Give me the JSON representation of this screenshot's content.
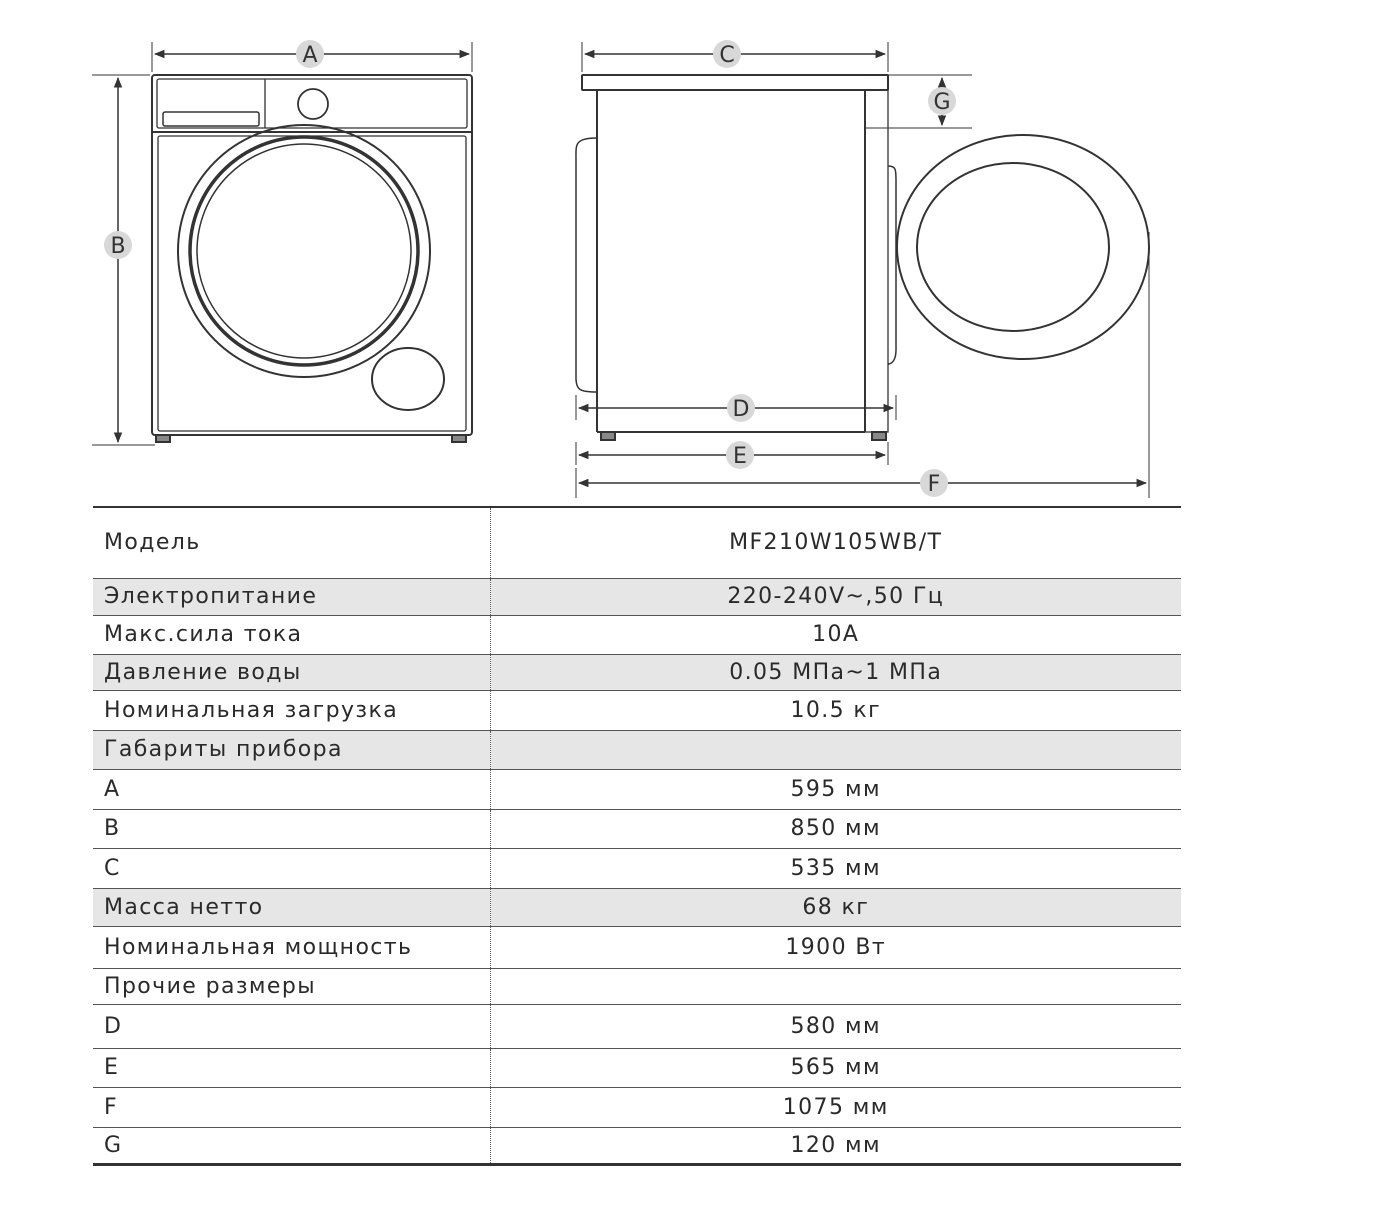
{
  "diagram": {
    "labels": {
      "a": "A",
      "b": "B",
      "c": "C",
      "d": "D",
      "e": "E",
      "f": "F",
      "g": "G"
    }
  },
  "specs": {
    "rows": [
      {
        "label": "Модель",
        "value": "MF210W105WB/T",
        "shaded": false
      },
      {
        "label": "Электропитание",
        "value": "220-240V~,50 Гц",
        "shaded": true
      },
      {
        "label": "Макс.сила тока",
        "value": "10A",
        "shaded": false
      },
      {
        "label": "Давление воды",
        "value": "0.05 МПа~1 МПа",
        "shaded": true
      },
      {
        "label": "Номинальная загрузка",
        "value": "10.5 кг",
        "shaded": false
      },
      {
        "label": "Габариты прибора",
        "value": "",
        "shaded": true
      },
      {
        "label": "A",
        "value": "595 мм",
        "shaded": false
      },
      {
        "label": "B",
        "value": "850 мм",
        "shaded": false
      },
      {
        "label": "C",
        "value": "535 мм",
        "shaded": false
      },
      {
        "label": "Масса нетто",
        "value": "68 кг",
        "shaded": true
      },
      {
        "label": "Номинальная мощность",
        "value": "1900 Вт",
        "shaded": false
      },
      {
        "label": "Прочие размеры",
        "value": "",
        "shaded": false
      },
      {
        "label": "D",
        "value": "580 мм",
        "shaded": false
      },
      {
        "label": "E",
        "value": "565 мм",
        "shaded": false
      },
      {
        "label": "F",
        "value": "1075 мм",
        "shaded": false
      },
      {
        "label": "G",
        "value": "120 мм",
        "shaded": false
      }
    ]
  }
}
